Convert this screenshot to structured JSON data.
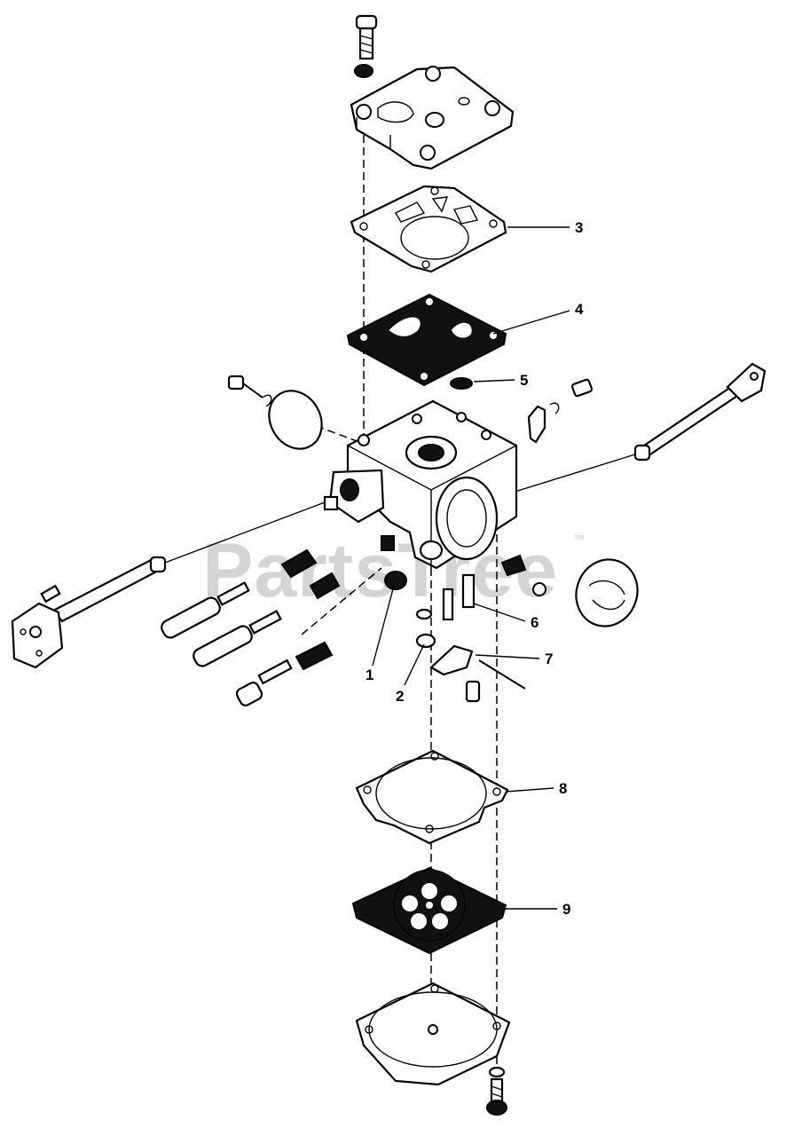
{
  "watermark": {
    "text": "PartsTree",
    "trademark": "™"
  },
  "callouts": [
    {
      "id": "1",
      "label": "1"
    },
    {
      "id": "2",
      "label": "2"
    },
    {
      "id": "3",
      "label": "3"
    },
    {
      "id": "4",
      "label": "4"
    },
    {
      "id": "5",
      "label": "5"
    },
    {
      "id": "6",
      "label": "6"
    },
    {
      "id": "7",
      "label": "7"
    },
    {
      "id": "8",
      "label": "8"
    },
    {
      "id": "9",
      "label": "9"
    }
  ]
}
